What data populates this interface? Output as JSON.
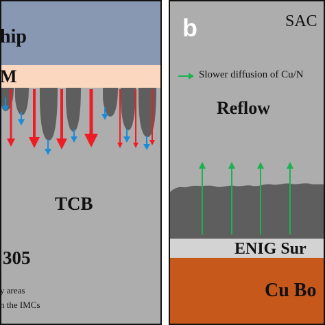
{
  "panel_a": {
    "chip_label": "hip",
    "ubm_label": "M",
    "process_label": "TCB",
    "solder_label": "305",
    "legend_line1": "y areas",
    "legend_line2": "n the IMCs"
  },
  "panel_b": {
    "panel_letter": "b",
    "solder_label": "SAC",
    "legend_text": "Slower diffusion of Cu/N",
    "process_label": "Reflow",
    "surface_label": "ENIG Sur",
    "board_label": "Cu Bo"
  },
  "colors": {
    "chip": "#8898B3",
    "ubm": "#FAD7BE",
    "solder": "#ADADAD",
    "imc": "#5E5E5E",
    "enig": "#D3D3D3",
    "cu_board": "#C7581B",
    "arrow_red": "#EE1D25",
    "arrow_blue": "#1B8CD8",
    "arrow_green": "#1BB34F"
  }
}
